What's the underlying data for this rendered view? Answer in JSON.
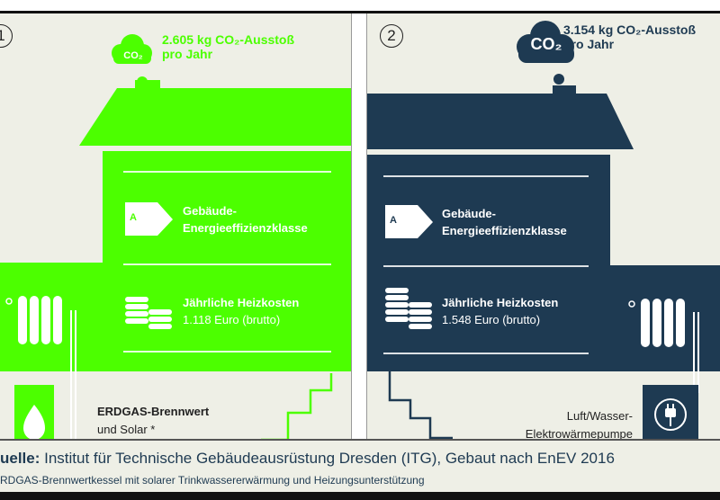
{
  "colors": {
    "green": "#4cff00",
    "navy": "#1e3a52",
    "background": "#eeefe6"
  },
  "panels": [
    {
      "number": "1",
      "co2_line1": "2.605 kg CO₂-Ausstoß",
      "co2_line2": "pro Jahr",
      "cloud_label": "CO₂",
      "efficiency_class": "A",
      "efficiency_label_1": "Gebäude-",
      "efficiency_label_2": "Energieeffizienzklasse",
      "cost_label": "Jährliche Heizkosten",
      "cost_value": "1.118 Euro (brutto)",
      "system_line1": "ERDGAS-Brennwert",
      "system_line2": "und Solar *",
      "system_icon": "flame-icon"
    },
    {
      "number": "2",
      "co2_line1": "3.154 kg CO₂-Ausstoß",
      "co2_line2": "pro Jahr",
      "cloud_label": "CO₂",
      "efficiency_class": "A",
      "efficiency_label_1": "Gebäude-",
      "efficiency_label_2": "Energieeffizienzklasse",
      "cost_label": "Jährliche Heizkosten",
      "cost_value": "1.548 Euro (brutto)",
      "system_line1": "Luft/Wasser-",
      "system_line2": "Elektrowärmepumpe",
      "system_icon": "plug-icon"
    }
  ],
  "footer": {
    "source_label": "uelle:",
    "source_text": " Institut für Technische Gebäudeausrüstung Dresden (ITG), Gebaut nach EnEV 2016",
    "note": "RDGAS-Brennwertkessel mit solarer Trinkwassererwärmung und Heizungsunterstützung"
  }
}
